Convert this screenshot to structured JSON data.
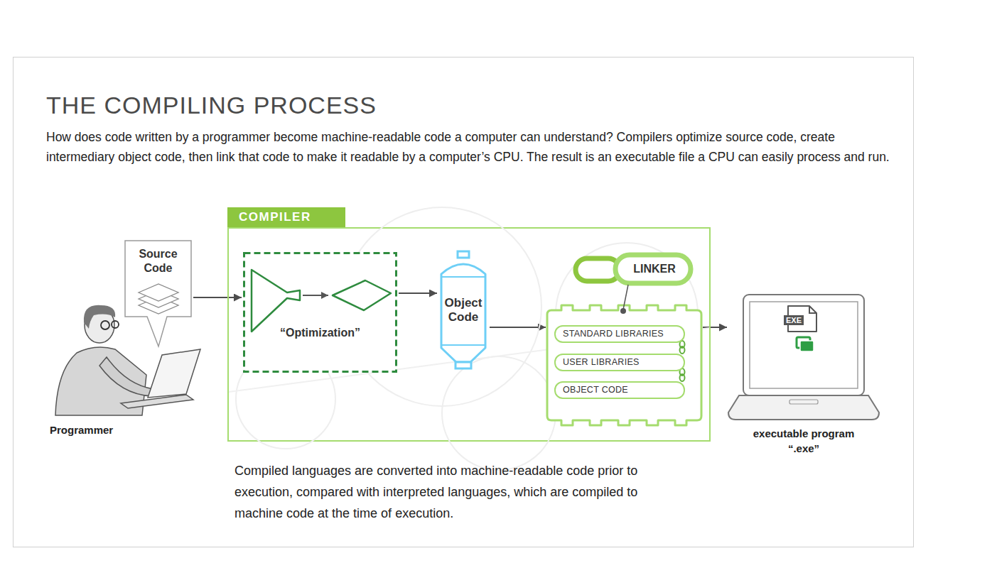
{
  "diagram": {
    "title": "THE COMPILING PROCESS",
    "caption": "Compiled languages are converted into machine-readable code prior to execution, compared with interpreted languages, which are compiled to machine code at the time of execution.",
    "nodes": [
      {
        "text": [
          "Source Code"
        ]
      },
      {
        "text": [
          "COMPILER"
        ]
      },
      {
        "text": [
          "“Optimization”"
        ],
        "in": 1
      },
      {
        "text": [
          "Object Code"
        ],
        "in": 1
      },
      {
        "text": [
          "LINKER"
        ],
        "in": 1
      },
      {
        "text": [
          "STANDARD LIBRARIES"
        ],
        "in": 4
      },
      {
        "text": [
          "USER LIBRARIES"
        ],
        "in": 4
      },
      {
        "text": [
          "OBJECT CODE"
        ],
        "in": 4
      },
      {
        "text": [
          "EXE",
          "executable program “.exe”"
        ]
      }
    ],
    "edges": [
      {
        "from": 0,
        "to": 2,
        "arrow": "to"
      },
      {
        "from": 2,
        "to": 3,
        "arrow": "to"
      },
      {
        "from": 3,
        "to": 4,
        "arrow": "to"
      },
      {
        "from": 4,
        "to": 8,
        "arrow": "to"
      }
    ],
    "labels": [
      "How does code written by a programmer become machine-readable code a computer can understand? Compilers optimize source code, create intermediary object code, then link that code to make it readable by a computer’s CPU. The result is an executable file a CPU can easily process and run.",
      "Programmer"
    ]
  }
}
